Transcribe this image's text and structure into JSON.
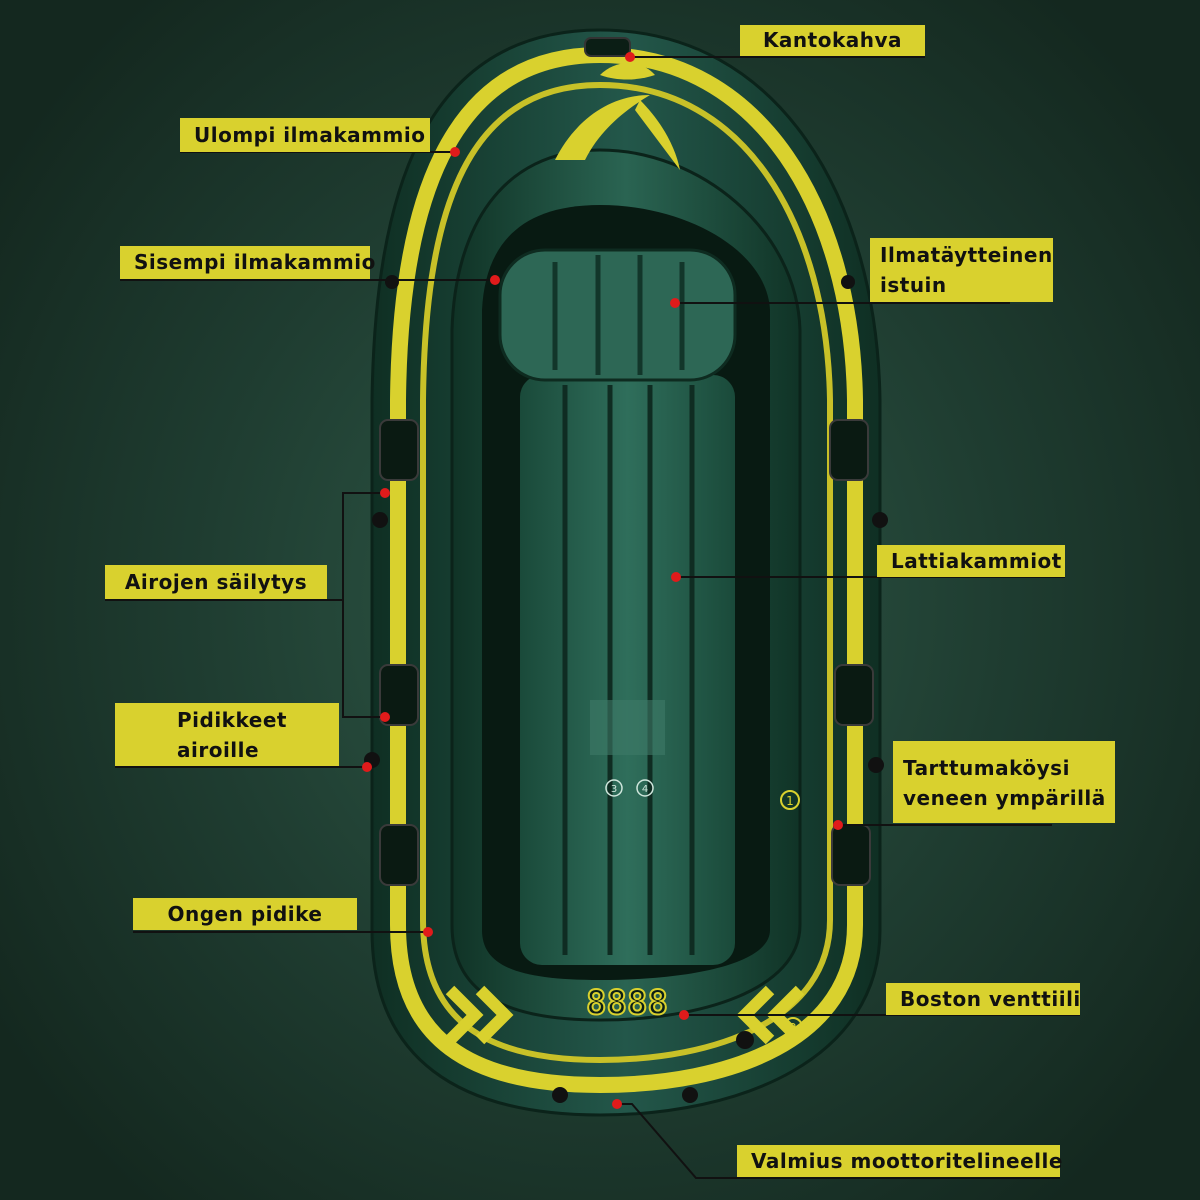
{
  "diagram": {
    "labels": {
      "kantokahva": "Kantokahva",
      "ulompi": "Ulompi ilmakammio",
      "sisempi": "Sisempi ilmakammio",
      "istuin_1": "Ilmatäytteinen",
      "istuin_2": "istuin",
      "airojen": "Airojen säilytys",
      "lattia": "Lattiakammiot",
      "pidikkeet_1": "Pidikkeet",
      "pidikkeet_2": "airoille",
      "tarttuma_1": "Tarttumaköysi",
      "tarttuma_2": "veneen ympärillä",
      "ongen": "Ongen pidike",
      "boston": "Boston venttiili",
      "valmius": "Valmius moottoritelineelle"
    },
    "boat_marks": {
      "bow_numbers": "8888",
      "chamber_1": "1",
      "chamber_2": "2",
      "floor_3": "3",
      "floor_4": "4"
    }
  },
  "colors": {
    "background": "#1f3d31",
    "hull": "#1d4a38",
    "stripe": "#d9d12e",
    "label_bg": "#d9d12e",
    "leader": "#111111",
    "marker": "#e01b1b"
  }
}
